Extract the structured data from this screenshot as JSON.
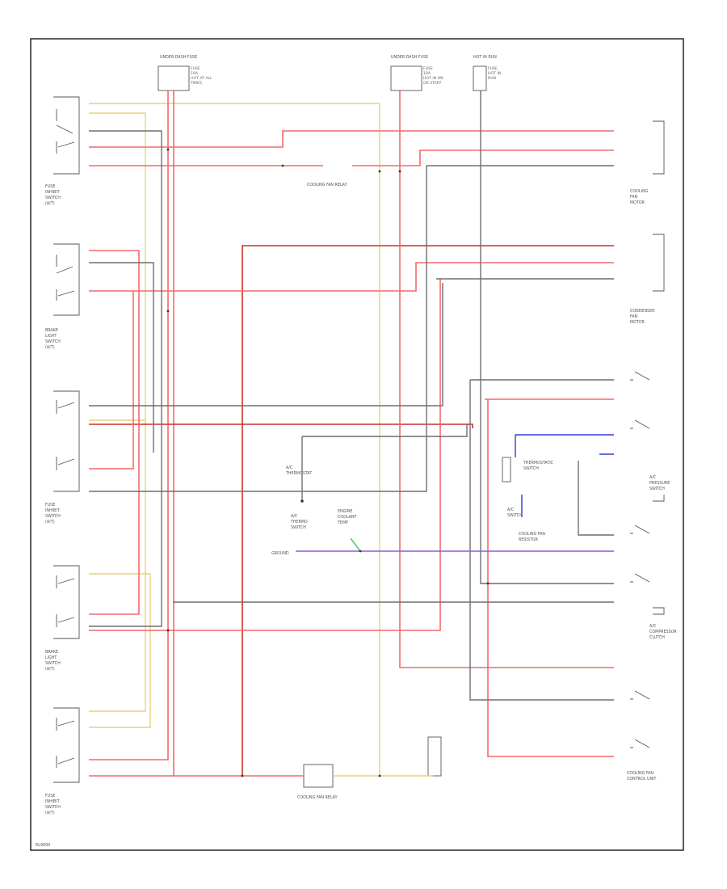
{
  "colors": {
    "red": "#f46a6a",
    "dark_red": "#c9302c",
    "gray": "#6f6f6f",
    "yellow": "#e6d27a",
    "purple": "#8e5bd6",
    "blue": "#2e3fd6",
    "green": "#3fbf4f",
    "frame": "#333333"
  },
  "text": {
    "fuse_left_title": "UNDER-DASH FUSE",
    "fuse_left_lines": [
      "FUSE",
      "10A",
      "HOT AT ALL",
      "TIMES"
    ],
    "fuse_mid_title": "UNDER-DASH FUSE",
    "fuse_mid_lines": [
      "FUSE",
      "10A",
      "HOT IN ON",
      "OR START"
    ],
    "hot_run_title": "HOT IN RUN",
    "hot_run_lines": [
      "FUSE",
      "HOT IN",
      "RUN"
    ],
    "relay_top_label": "COOLING FAN RELAY",
    "relay_bottom_label": "COOLING FAN RELAY",
    "ground_label": "GROUND",
    "sw1": [
      "FUSE",
      "INHIBIT",
      "SWITCH",
      "(A/T)"
    ],
    "sw2": [
      "BRAKE",
      "LIGHT",
      "SWITCH",
      "(A/T)"
    ],
    "sw3": [
      "FUSE",
      "INHIBIT",
      "SWITCH",
      "(A/T)"
    ],
    "sw4": [
      "BRAKE",
      "LIGHT",
      "SWITCH",
      "(A/T)"
    ],
    "sw5": [
      "FUSE",
      "INHIBIT",
      "SWITCH",
      "(A/T)"
    ],
    "right1": [
      "COOLING",
      "FAN",
      "MOTOR"
    ],
    "right2": [
      "CONDENSER",
      "FAN",
      "MOTOR"
    ],
    "right3": [
      "A/C",
      "PRESSURE",
      "SWITCH"
    ],
    "right4": [
      "A/C",
      "COMPRESSOR",
      "CLUTCH"
    ],
    "right5": [
      "COOLING FAN",
      "CONTROL UNIT"
    ],
    "center1": [
      "A/C",
      "THERMOSTAT"
    ],
    "center2": [
      "ENGINE",
      "COOLANT",
      "TEMP"
    ],
    "center3": [
      "A/C",
      "THERMO",
      "SWITCH"
    ],
    "thermo_label": [
      "THERMOSTATIC",
      "SWITCH"
    ],
    "blue_label": [
      "A/C",
      "SWITCH"
    ],
    "resistor_label": [
      "COOLING FAN",
      "RESISTOR"
    ],
    "footer": "RL9000"
  }
}
